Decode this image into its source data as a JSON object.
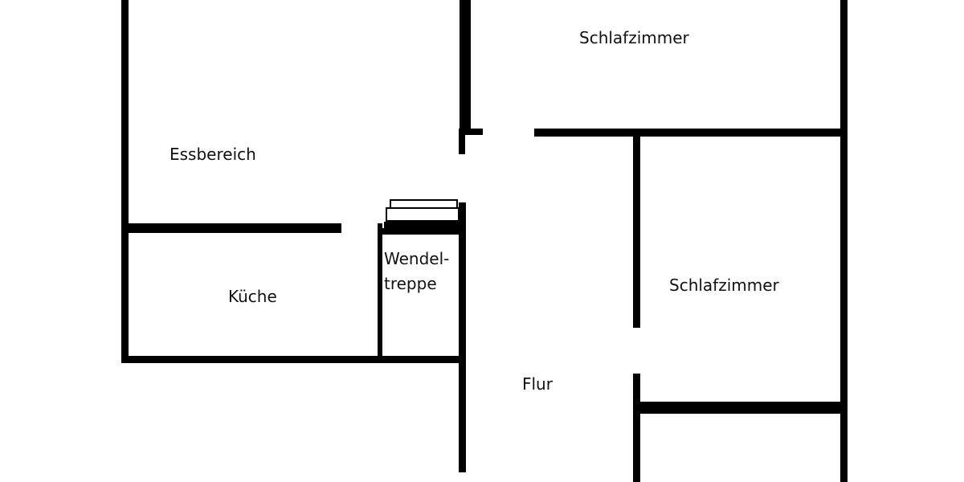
{
  "plan": {
    "rooms": {
      "schlafzimmer_top": "Schlafzimmer",
      "essbereich": "Essbereich",
      "kueche": "Küche",
      "wendeltreppe_line1": "Wendel-",
      "wendeltreppe_line2": "treppe",
      "schlafzimmer_right": "Schlafzimmer",
      "flur": "Flur"
    },
    "colors": {
      "wall": "#000000",
      "background": "#ffffff"
    }
  }
}
